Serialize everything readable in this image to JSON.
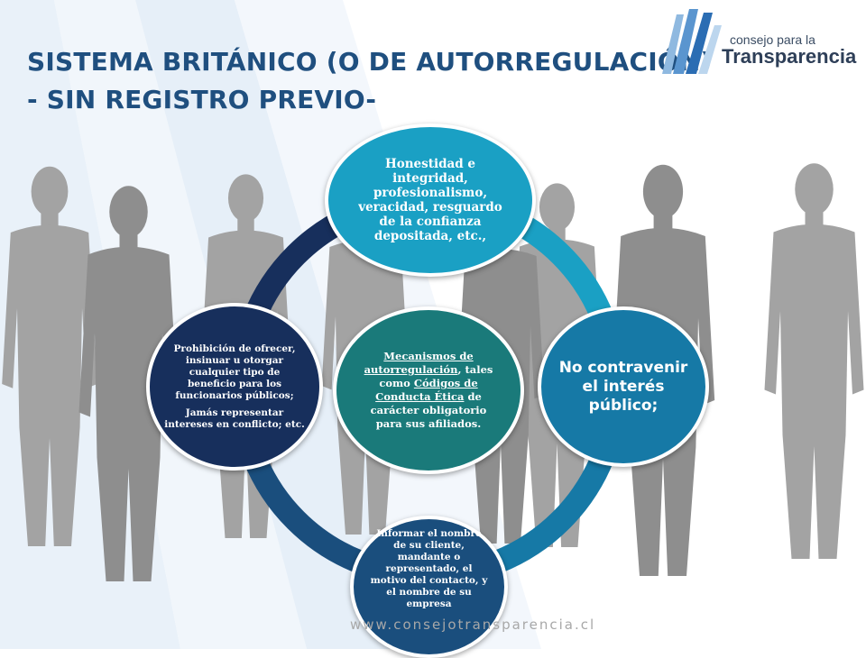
{
  "slide": {
    "title_line1": "SISTEMA BRITÁNICO (O DE AUTORREGULACIÓN)",
    "title_line2": " - SIN REGISTRO PREVIO-",
    "website": "www.consejotransparencia.cl"
  },
  "logo": {
    "line1": "consejo para la",
    "line2": "Transparencia",
    "colors": {
      "blue": "#2b6db3",
      "light": "#8fb9e0",
      "dark": "#2e3f58"
    }
  },
  "diagram": {
    "ring_colors": {
      "top_right": "#1aa0c4",
      "bottom_right": "#1679a6",
      "bottom_left": "#1a4e7d",
      "top_left": "#172f5c"
    },
    "top": "Honestidad e integridad, profesionalismo, veracidad, resguardo de la confianza depositada, etc.,",
    "right": "No contravenir el interés público;",
    "bottom": "Informar el nombre de su cliente, mandante o representado, el motivo del contacto, y el nombre de su empresa",
    "left_p1": "Prohibición de ofrecer, insinuar u otorgar cualquier tipo de beneficio para los funcionarios públicos;",
    "left_p2": "Jamás representar intereses en conflicto; etc.",
    "center_u1": "Mecanismos de autorregulación",
    "center_t1": ", tales como ",
    "center_u2": "Códigos de Conducta Ética",
    "center_t2": " de carácter obligatorio para sus afiliados."
  }
}
